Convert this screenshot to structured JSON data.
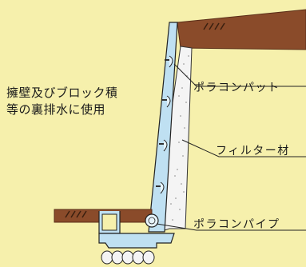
{
  "description": {
    "line1": "擁壁及びブロック積",
    "line2": "等の裏排水に使用"
  },
  "labels": {
    "porakon_pad": "ポラコンパット",
    "filter_material": "フィルター材",
    "porakon_pipe": "ポラコンパイプ"
  },
  "colors": {
    "background": "#f6f0ac",
    "soil": "#8a4b2a",
    "wall": "#bfe0f2",
    "filter": "#f4f4f4",
    "outline": "#222222"
  }
}
